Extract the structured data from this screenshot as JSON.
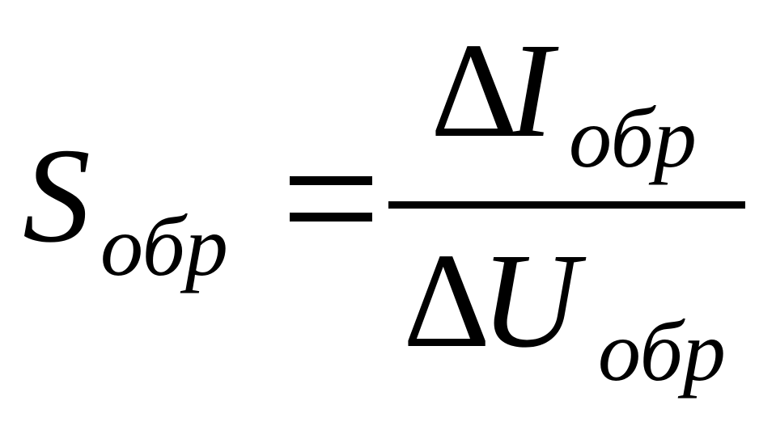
{
  "formula": {
    "lhs": {
      "symbol": "S",
      "subscript": "обр"
    },
    "operator": "=",
    "numerator": {
      "delta": "Δ",
      "symbol": "I",
      "subscript": "обр"
    },
    "denominator": {
      "delta": "Δ",
      "symbol": "U",
      "subscript": "обр"
    }
  }
}
